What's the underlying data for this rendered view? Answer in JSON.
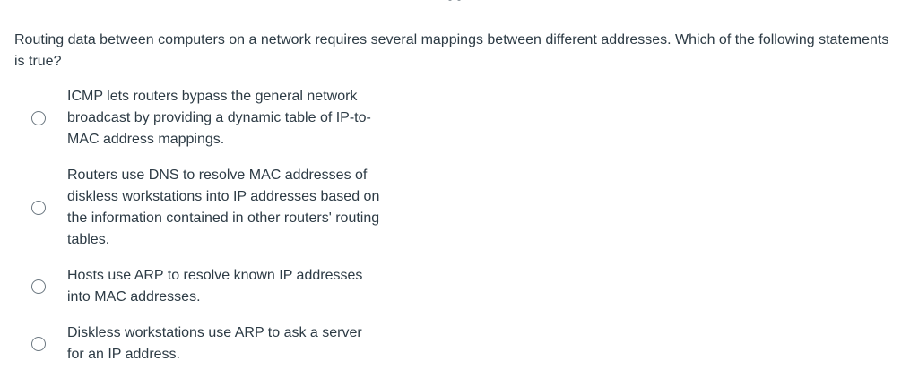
{
  "question": {
    "text": "Routing data between computers on a network requires several mappings between different addresses. Which of the following statements is true?"
  },
  "answers": [
    {
      "label": "ICMP lets routers bypass the general network broadcast by providing a dynamic table of IP-to-MAC address mappings.",
      "selected": false
    },
    {
      "label": "Routers use DNS to resolve MAC addresses of diskless workstations into IP addresses based on the information contained in other routers' routing tables.",
      "selected": false
    },
    {
      "label": "Hosts use ARP to resolve known IP addresses into MAC addresses.",
      "selected": false
    },
    {
      "label": "Diskless workstations use ARP to ask a server for an IP address.",
      "selected": false
    }
  ],
  "colors": {
    "text": "#2d3b45",
    "radio_border": "#6b7780",
    "divider": "#c7cdd1"
  },
  "icons": {
    "radio": "radio-unchecked-icon"
  }
}
